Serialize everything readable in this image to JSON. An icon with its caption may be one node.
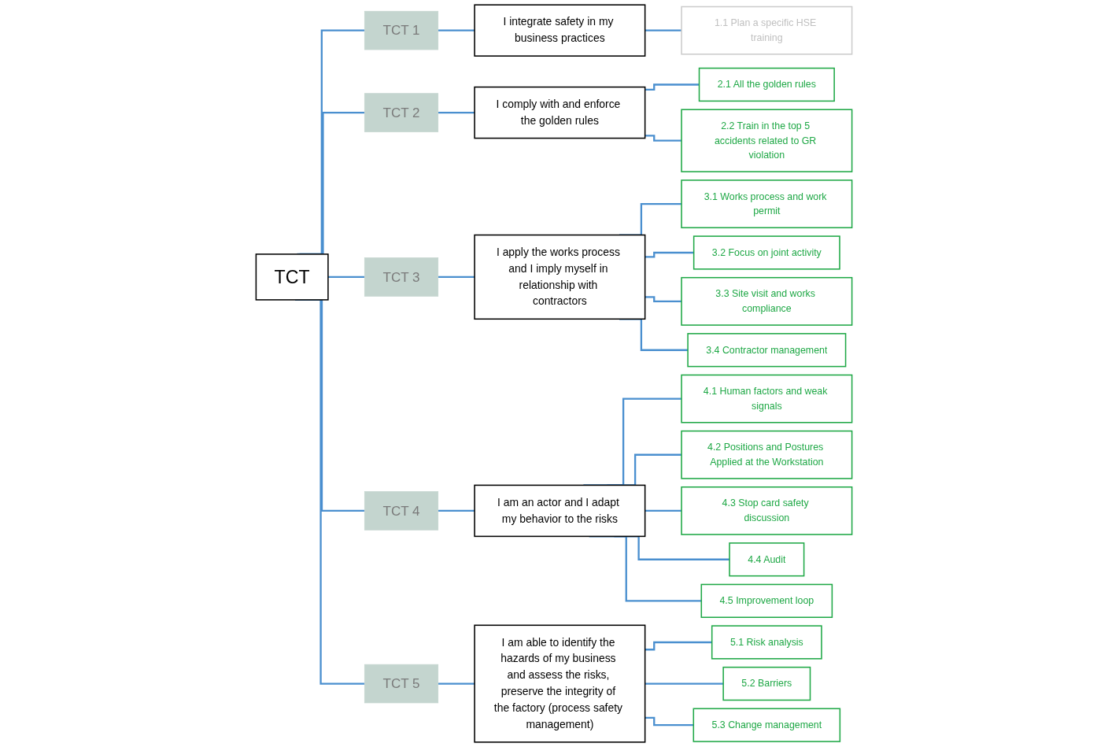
{
  "diagram": {
    "nodes": [
      {
        "text": [
          "TCT"
        ]
      },
      {
        "text": [
          "TCT 1"
        ]
      },
      {
        "text": [
          "TCT 2"
        ]
      },
      {
        "text": [
          "TCT 3"
        ]
      },
      {
        "text": [
          "TCT 4"
        ]
      },
      {
        "text": [
          "TCT 5"
        ]
      },
      {
        "text": [
          "I integrate safety in my business practices"
        ]
      },
      {
        "text": [
          "I comply with and enforce the golden rules"
        ]
      },
      {
        "text": [
          "I apply the works process and I imply myself in relationship with contractors"
        ]
      },
      {
        "text": [
          "I am an actor and I adapt my behavior to the risks"
        ]
      },
      {
        "text": [
          "I am able to identify the hazards of my business and assess the risks, preserve the integrity of the factory (process safety management)"
        ]
      },
      {
        "text": [
          "1.1 Plan a specific HSE training"
        ]
      },
      {
        "text": [
          "2.1 All the golden rules"
        ]
      },
      {
        "text": [
          "2.2 Train in the top 5 accidents related to GR violation"
        ]
      },
      {
        "text": [
          "3.1 Works process and work permit"
        ]
      },
      {
        "text": [
          "3.2 Focus on joint activity"
        ]
      },
      {
        "text": [
          "3.3 Site visit and works compliance"
        ]
      },
      {
        "text": [
          "3.4 Contractor management"
        ]
      },
      {
        "text": [
          "4.1 Human factors and weak signals"
        ]
      },
      {
        "text": [
          "4.2 Positions and Postures Applied at the Workstation"
        ]
      },
      {
        "text": [
          "4.3 Stop card safety discussion"
        ]
      },
      {
        "text": [
          "4.4 Audit"
        ]
      },
      {
        "text": [
          "4.5 Improvement loop"
        ]
      },
      {
        "text": [
          "5.1 Risk analysis"
        ]
      },
      {
        "text": [
          "5.2 Barriers"
        ]
      },
      {
        "text": [
          "5.3 Change management"
        ]
      }
    ],
    "edges": [
      {
        "from": 0,
        "to": 1,
        "arrow": "none"
      },
      {
        "from": 0,
        "to": 2,
        "arrow": "none"
      },
      {
        "from": 0,
        "to": 3,
        "arrow": "none"
      },
      {
        "from": 0,
        "to": 4,
        "arrow": "none"
      },
      {
        "from": 0,
        "to": 5,
        "arrow": "none"
      },
      {
        "from": 1,
        "to": 6,
        "arrow": "none"
      },
      {
        "from": 2,
        "to": 7,
        "arrow": "none"
      },
      {
        "from": 3,
        "to": 8,
        "arrow": "none"
      },
      {
        "from": 4,
        "to": 9,
        "arrow": "none"
      },
      {
        "from": 5,
        "to": 10,
        "arrow": "none"
      },
      {
        "from": 6,
        "to": 11,
        "arrow": "none"
      },
      {
        "from": 7,
        "to": 12,
        "arrow": "none"
      },
      {
        "from": 7,
        "to": 13,
        "arrow": "none"
      },
      {
        "from": 8,
        "to": 14,
        "arrow": "none"
      },
      {
        "from": 8,
        "to": 15,
        "arrow": "none"
      },
      {
        "from": 8,
        "to": 16,
        "arrow": "none"
      },
      {
        "from": 8,
        "to": 17,
        "arrow": "none"
      },
      {
        "from": 9,
        "to": 18,
        "arrow": "none"
      },
      {
        "from": 9,
        "to": 19,
        "arrow": "none"
      },
      {
        "from": 9,
        "to": 20,
        "arrow": "none"
      },
      {
        "from": 9,
        "to": 21,
        "arrow": "none"
      },
      {
        "from": 9,
        "to": 22,
        "arrow": "none"
      },
      {
        "from": 10,
        "to": 23,
        "arrow": "none"
      },
      {
        "from": 10,
        "to": 24,
        "arrow": "none"
      },
      {
        "from": 10,
        "to": 25,
        "arrow": "none"
      }
    ]
  }
}
